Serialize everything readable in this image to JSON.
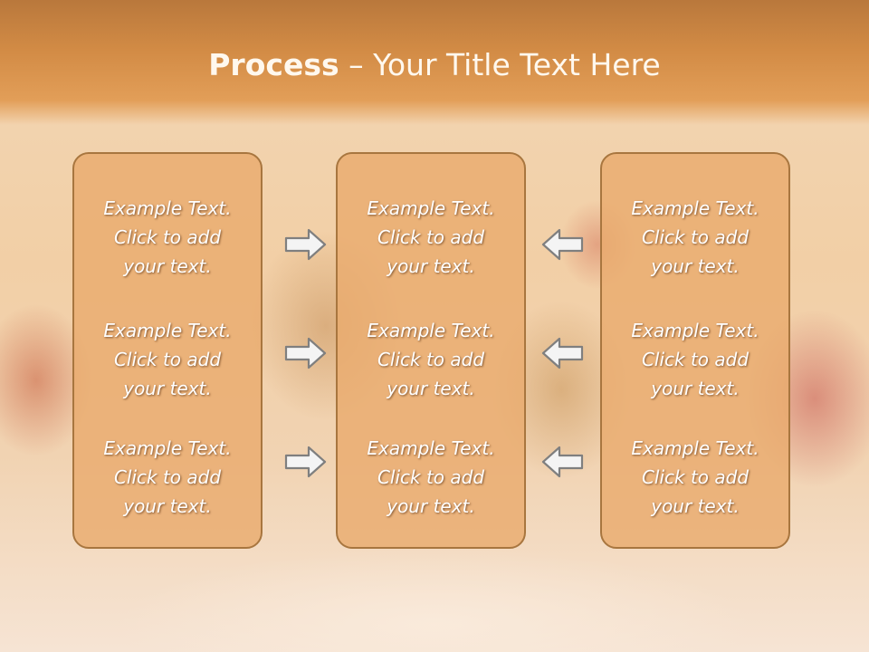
{
  "slide": {
    "title_bold": "Process",
    "title_rest": " – Your Title Text Here"
  },
  "columns": [
    {
      "entries": [
        {
          "line1": "Example Text.",
          "line2": "Click  to add",
          "line3": "your text."
        },
        {
          "line1": "Example Text.",
          "line2": "Click  to add",
          "line3": "your text."
        },
        {
          "line1": "Example Text.",
          "line2": "Click  to add",
          "line3": "your text."
        }
      ]
    },
    {
      "entries": [
        {
          "line1": "Example Text.",
          "line2": "Click  to add",
          "line3": "your text."
        },
        {
          "line1": "Example Text.",
          "line2": "Click  to add",
          "line3": "your text."
        },
        {
          "line1": "Example Text.",
          "line2": "Click  to add",
          "line3": "your text."
        }
      ]
    },
    {
      "entries": [
        {
          "line1": "Example Text.",
          "line2": "Click  to add",
          "line3": "your text."
        },
        {
          "line1": "Example Text.",
          "line2": "Click  to add",
          "line3": "your text."
        },
        {
          "line1": "Example Text.",
          "line2": "Click  to add",
          "line3": "your text."
        }
      ]
    }
  ],
  "arrows": {
    "left_group": "arrow-right-icon",
    "right_group": "arrow-left-icon"
  },
  "colors": {
    "header": "#d28b45",
    "box_fill": "#e9ab6e",
    "box_border": "#a8763f",
    "arrow_stroke": "#7f7f7f"
  }
}
